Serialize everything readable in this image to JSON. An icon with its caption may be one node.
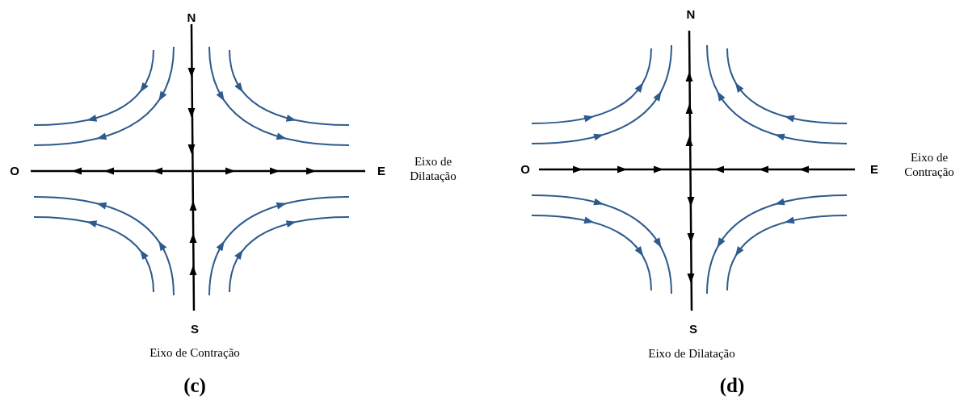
{
  "diagram": {
    "labels": [
      "N",
      "O",
      "E",
      "Eixo de Dilatação",
      "S",
      "Eixo de Contração",
      "(c)",
      "N",
      "O",
      "E",
      "Eixo de Contração",
      "S",
      "Eixo de Dilatação",
      "(d)"
    ]
  }
}
